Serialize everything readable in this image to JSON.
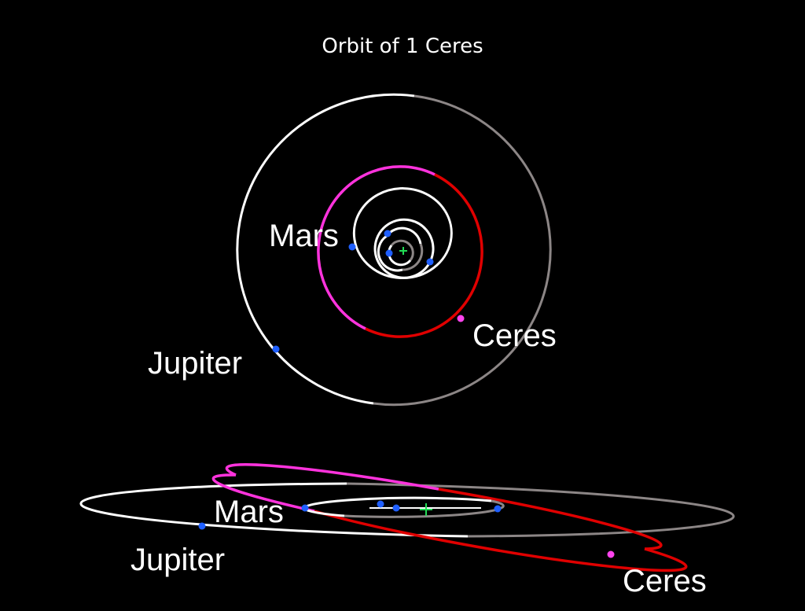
{
  "title": "Orbit of 1 Ceres",
  "labels": {
    "mars_top": "Mars",
    "jupiter_top": "Jupiter",
    "ceres_top": "Ceres",
    "mars_bottom": "Mars",
    "jupiter_bottom": "Jupiter",
    "ceres_bottom": "Ceres"
  },
  "colors": {
    "background": "#000000",
    "orbit_above": "#ffffff",
    "orbit_below": "#8c8686",
    "ceres_orbit_above": "#ff33dd",
    "ceres_orbit_below": "#e00000",
    "planet_marker": "#1f5fff",
    "ceres_marker": "#ff44ee",
    "sun_marker": "#22dd55"
  }
}
